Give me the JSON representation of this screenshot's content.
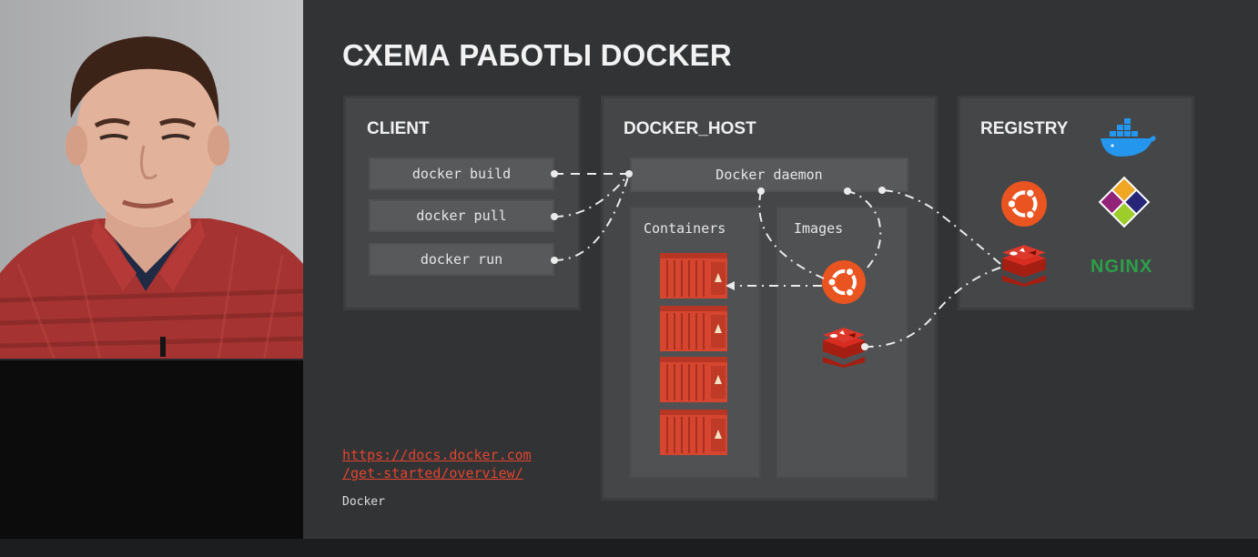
{
  "slide": {
    "title": "СХЕМА РАБОТЫ DOCKER",
    "client": {
      "title": "CLIENT",
      "commands": [
        "docker build",
        "docker pull",
        "docker run"
      ]
    },
    "docker_host": {
      "title": "DOCKER_HOST",
      "daemon_label": "Docker daemon",
      "containers_label": "Containers",
      "images_label": "Images"
    },
    "registry": {
      "title": "REGISTRY",
      "nginx_label": "NGINX"
    },
    "link": {
      "line1": "https://docs.docker.com",
      "line2": "/get-started/overview/"
    },
    "caption": "Docker"
  },
  "colors": {
    "accent_red": "#e2442f",
    "container_red": "#d6452f",
    "ubuntu_orange": "#e95420",
    "nginx_green": "#2ba048",
    "docker_blue": "#2496ed"
  },
  "icons": [
    "person-video-feed",
    "shipping-container-icon",
    "ubuntu-logo-icon",
    "redis-logo-icon",
    "docker-whale-icon",
    "centos-logo-icon",
    "nginx-logo"
  ]
}
